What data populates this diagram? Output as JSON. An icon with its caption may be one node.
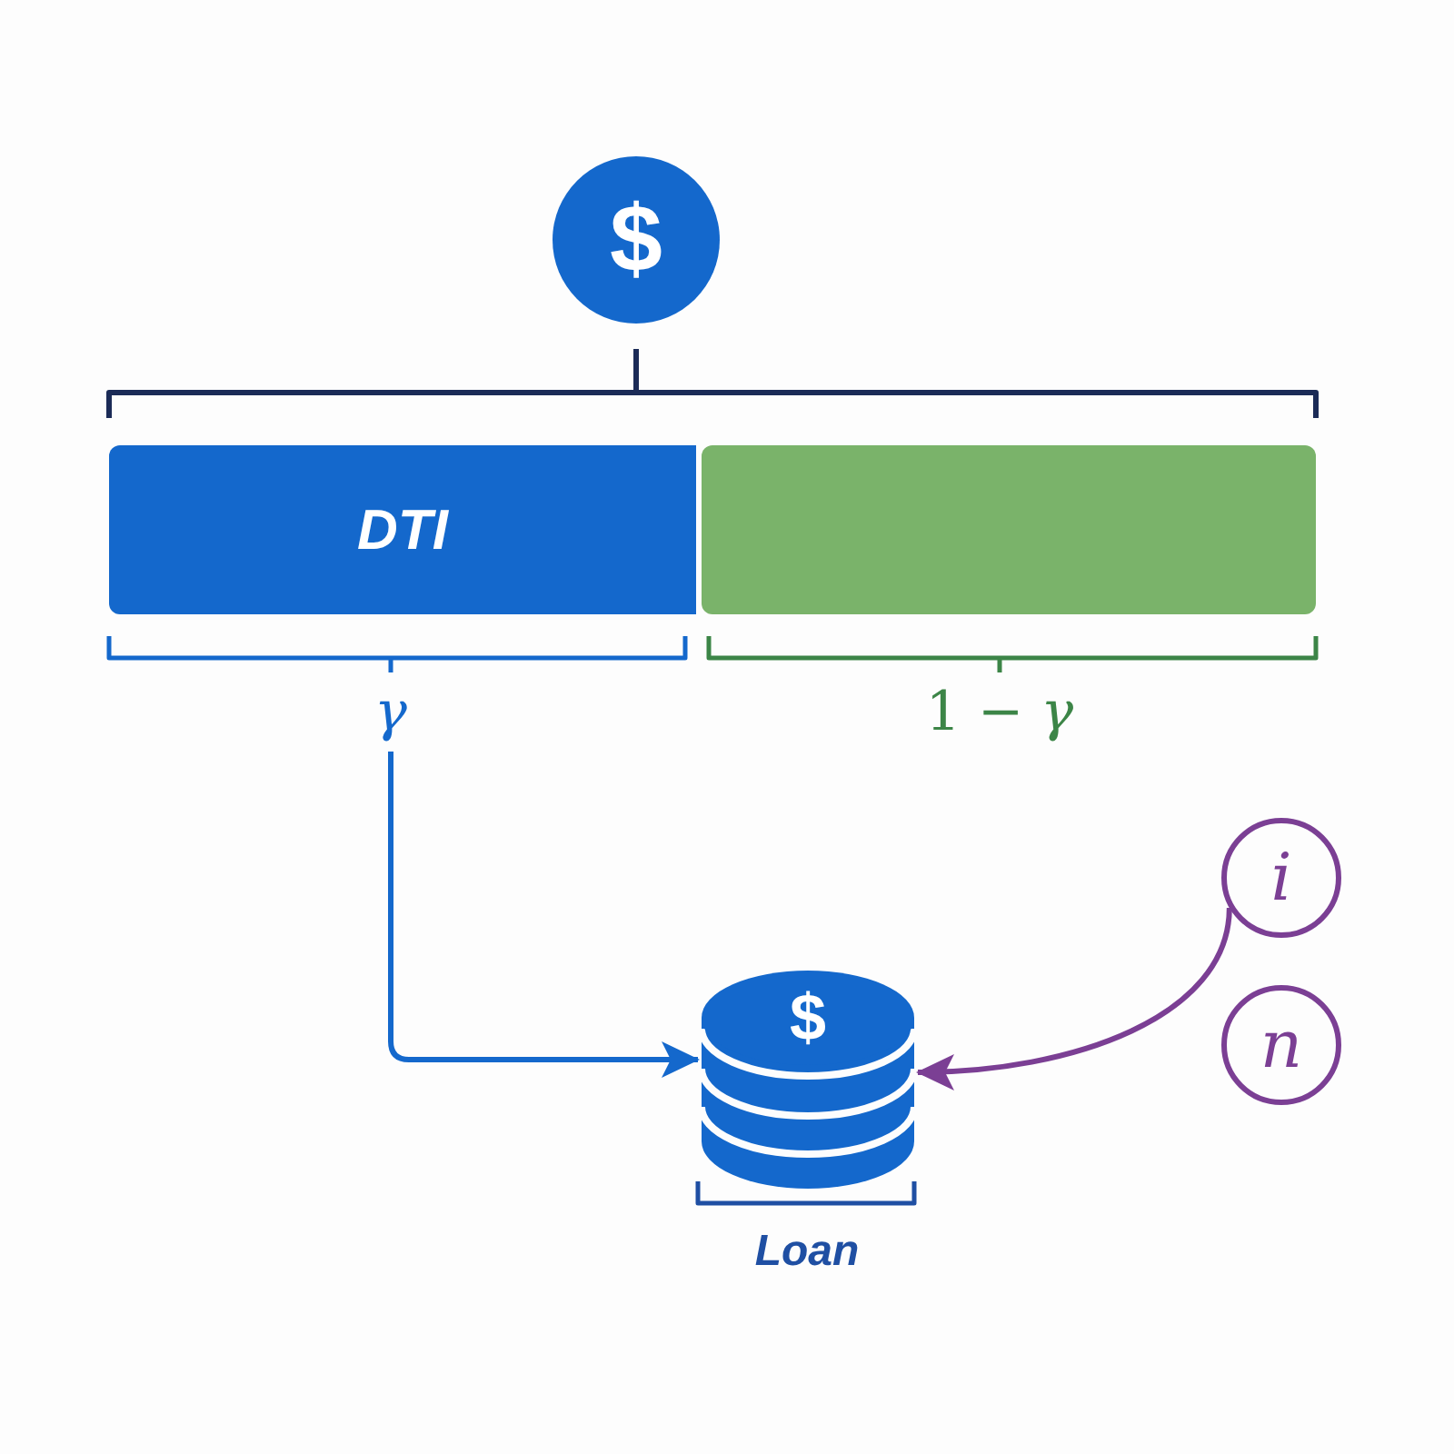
{
  "diagram": {
    "nodes": [
      {
        "text": [
          "$"
        ]
      },
      {
        "text": [
          "DTI"
        ]
      },
      {
        "text": [],
        "shape": "bar"
      },
      {
        "text": [
          "γ"
        ]
      },
      {
        "text": [
          "i"
        ]
      },
      {
        "text": [
          "$"
        ],
        "beside": [
          "Loan"
        ]
      },
      {
        "text": [
          "n"
        ]
      }
    ],
    "edges": [
      {
        "from": 3,
        "to": 5,
        "arrow": "to",
        "color": "#1468cc"
      },
      {
        "from": 4,
        "to": 5,
        "arrow": "to",
        "color": "#7b3f94"
      }
    ],
    "labels": [
      "1 − *γ*"
    ]
  }
}
